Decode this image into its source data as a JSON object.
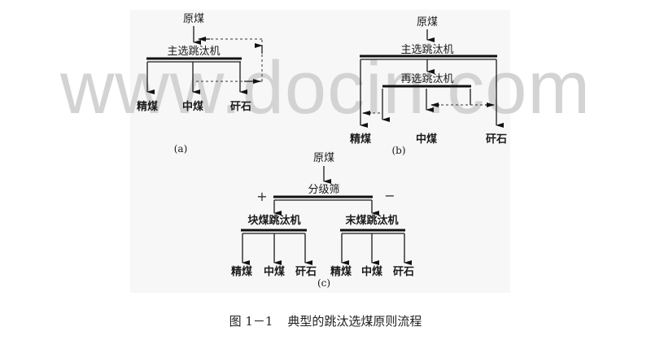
{
  "watermark": {
    "text": "www.docin.com",
    "color": "#d3d3d3"
  },
  "colors": {
    "ink": "#1a1a1a",
    "panel": "#f7f7f7",
    "background": "#ffffff"
  },
  "diagram_a": {
    "sublabel": "(a)",
    "input": "原煤",
    "machine": "主选跳汰机",
    "outputs": [
      "精煤",
      "中煤",
      "矸石"
    ],
    "recycle": "中煤 returned (dashed) to main jig feed"
  },
  "diagram_b": {
    "sublabel": "(b)",
    "input": "原煤",
    "machine": "主选跳汰机",
    "secondary_machine": "再选跳汰机",
    "outputs": [
      "精煤",
      "中煤",
      "矸石"
    ]
  },
  "diagram_c": {
    "sublabel": "(c)",
    "input": "原煤",
    "screen": "分级筛",
    "plus_sign": "+",
    "minus_sign": "−",
    "left_machine": "块煤跳汰机",
    "right_machine": "末煤跳汰机",
    "left_outputs": [
      "精煤",
      "中煤",
      "矸石"
    ],
    "right_outputs": [
      "精煤",
      "中煤",
      "矸石"
    ]
  },
  "caption": {
    "number": "图 1－1",
    "title": "典型的跳汰选煤原则流程"
  }
}
